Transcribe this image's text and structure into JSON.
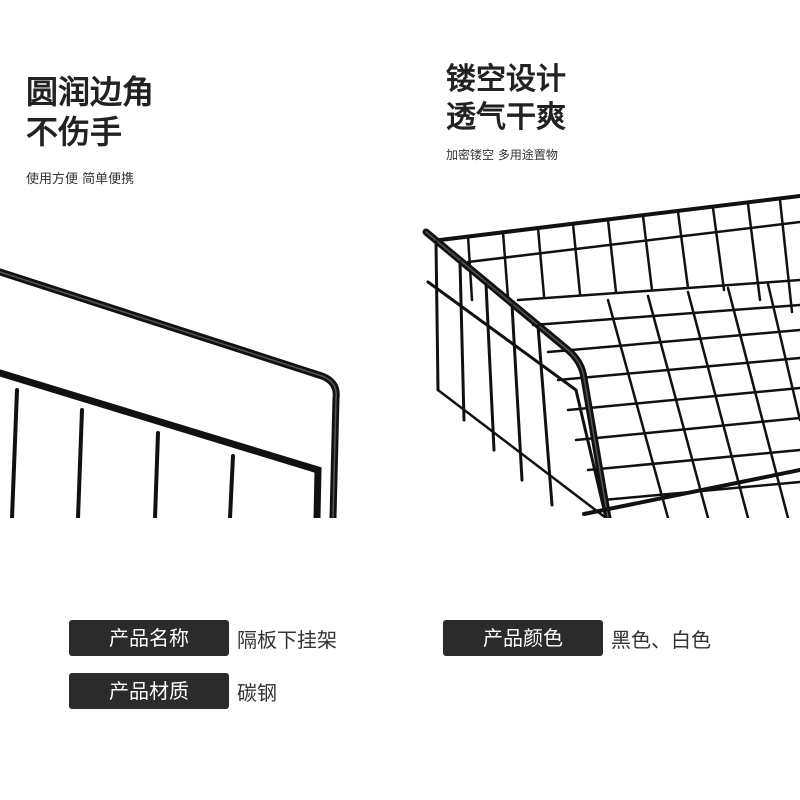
{
  "left_panel": {
    "headline_line1": "圆润边角",
    "headline_line2": "不伤手",
    "subtitle": "使用方便 简单便携"
  },
  "right_panel": {
    "headline_line1": "镂空设计",
    "headline_line2": "透气干爽",
    "subtitle": "加密镂空 多用途置物"
  },
  "specs": {
    "name_label": "产品名称",
    "name_value": "隔板下挂架",
    "color_label": "产品颜色",
    "color_value": "黑色、白色",
    "material_label": "产品材质",
    "material_value": "碳钢"
  },
  "colors": {
    "label_bg": "#2b2b2b",
    "wire": "#111111"
  }
}
